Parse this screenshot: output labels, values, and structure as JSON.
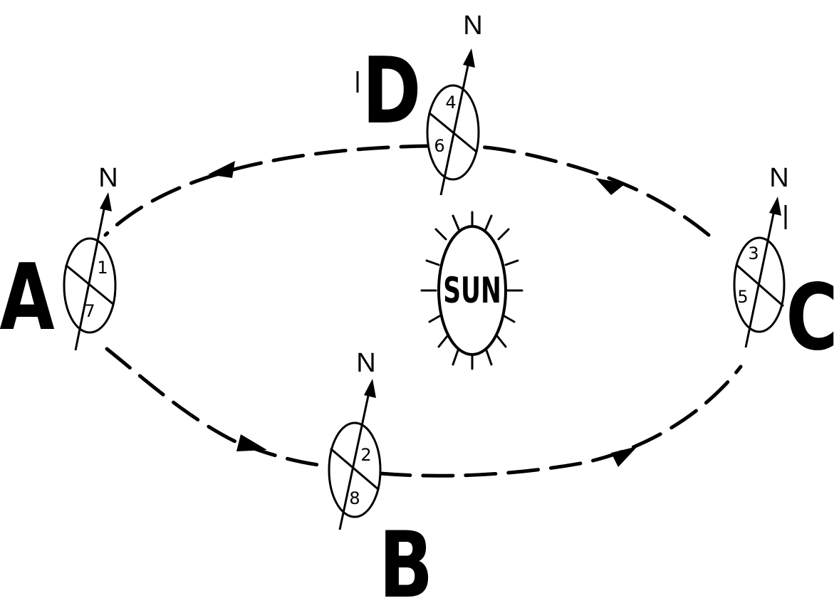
{
  "sun": {
    "label": "SUN"
  },
  "positions": [
    {
      "id": "A",
      "label": "A",
      "north": "N",
      "upper": "1",
      "lower": "7"
    },
    {
      "id": "B",
      "label": "B",
      "north": "N",
      "upper": "2",
      "lower": "8"
    },
    {
      "id": "C",
      "label": "C",
      "north": "N",
      "upper": "3",
      "lower": "5"
    },
    {
      "id": "D",
      "label": "D",
      "north": "N",
      "upper": "4",
      "lower": "6"
    }
  ],
  "colors": {
    "ink": "#000000",
    "background": "#ffffff"
  }
}
